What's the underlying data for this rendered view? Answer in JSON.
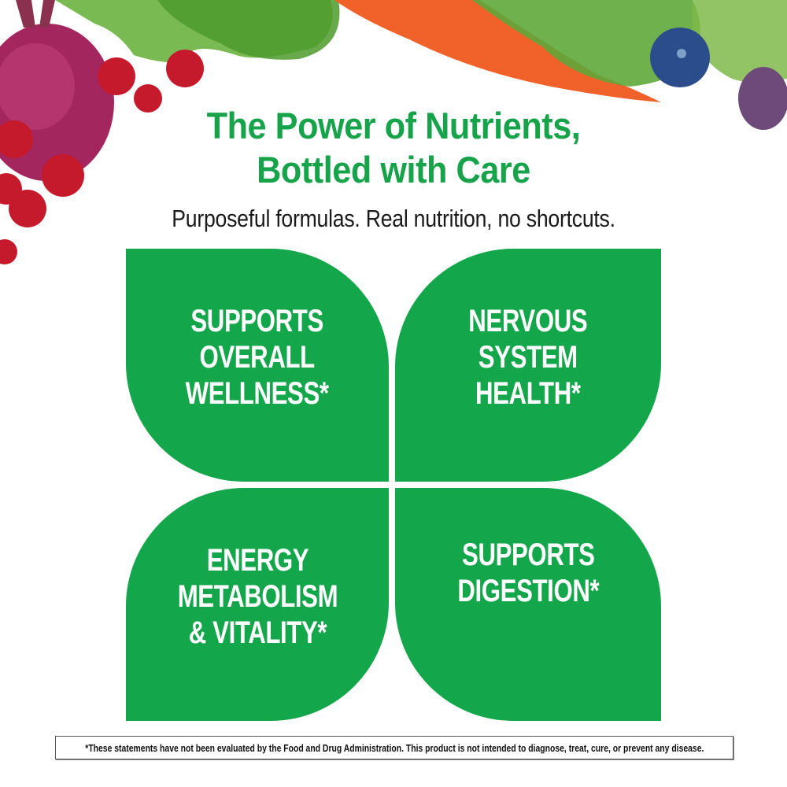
{
  "header": {
    "title_line1": "The Power of Nutrients,",
    "title_line2": "Bottled with Care",
    "subtitle": "Purposeful formulas. Real nutrition, no shortcuts."
  },
  "benefits": [
    {
      "label": "SUPPORTS\nOVERALL\nWELLNESS*"
    },
    {
      "label": "NERVOUS\nSYSTEM\nHEALTH*"
    },
    {
      "label": "ENERGY\nMETABOLISM\n& VITALITY*"
    },
    {
      "label": "SUPPORTS\nDIGESTION*"
    }
  ],
  "disclaimer": "*These statements have not been evaluated by the Food and Drug Administration. This product is not intended to diagnose, treat, cure, or prevent any disease.",
  "decorations": [
    "beet-illustration",
    "cranberries-illustration",
    "leafy-greens-illustration",
    "carrot-illustration",
    "broccoli-illustration",
    "blueberry-illustration",
    "blackberry-illustration"
  ],
  "colors": {
    "brand_green": "#14a64a",
    "title_green": "#16a34a",
    "text_dark": "#1a1a1a"
  }
}
